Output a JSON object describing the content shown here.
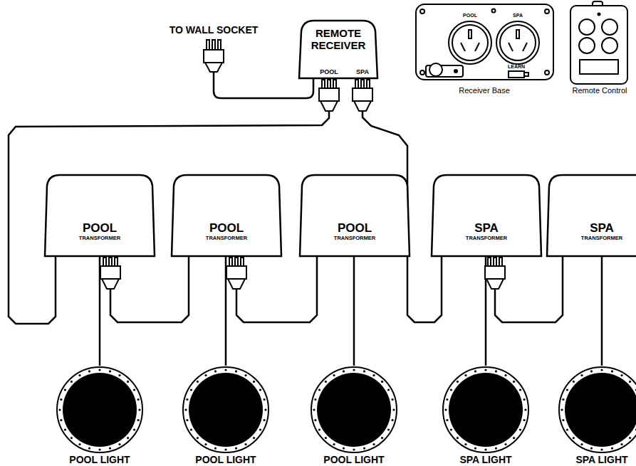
{
  "diagram": {
    "nodes": [
      {
        "text": [
          "REMOTE RECEIVER",
          "POOL",
          "SPA"
        ]
      },
      {
        "text": [
          "POOL",
          "TRANSFORMER"
        ]
      },
      {
        "text": [
          "POOL",
          "TRANSFORMER"
        ]
      },
      {
        "text": [
          "POOL",
          "TRANSFORMER"
        ]
      },
      {
        "text": [
          "SPA",
          "TRANSFORMER"
        ]
      },
      {
        "text": [
          "SPA",
          "TRANSFORMER"
        ]
      },
      {
        "text": [
          "POOL LIGHT"
        ]
      },
      {
        "text": [
          "POOL LIGHT"
        ]
      },
      {
        "text": [
          "POOL LIGHT"
        ]
      },
      {
        "text": [
          "SPA LIGHT"
        ]
      },
      {
        "text": [
          "SPA LIGHT"
        ]
      }
    ],
    "edges": [
      {
        "from": 0,
        "to": 1,
        "arrow": "none"
      },
      {
        "from": 1,
        "to": 2,
        "arrow": "none"
      },
      {
        "from": 2,
        "to": 3,
        "arrow": "none"
      },
      {
        "from": 0,
        "to": 4,
        "arrow": "none"
      },
      {
        "from": 4,
        "to": 5,
        "arrow": "none"
      },
      {
        "from": 1,
        "to": 6,
        "arrow": "none"
      },
      {
        "from": 2,
        "to": 7,
        "arrow": "none"
      },
      {
        "from": 3,
        "to": 8,
        "arrow": "none"
      },
      {
        "from": 4,
        "to": 9,
        "arrow": "none"
      },
      {
        "from": 5,
        "to": 10,
        "arrow": "none"
      }
    ],
    "labels": [
      "TO WALL SOCKET",
      "POOL",
      "SPA",
      "LEARN",
      "Receiver Base",
      "Remote Control"
    ]
  }
}
